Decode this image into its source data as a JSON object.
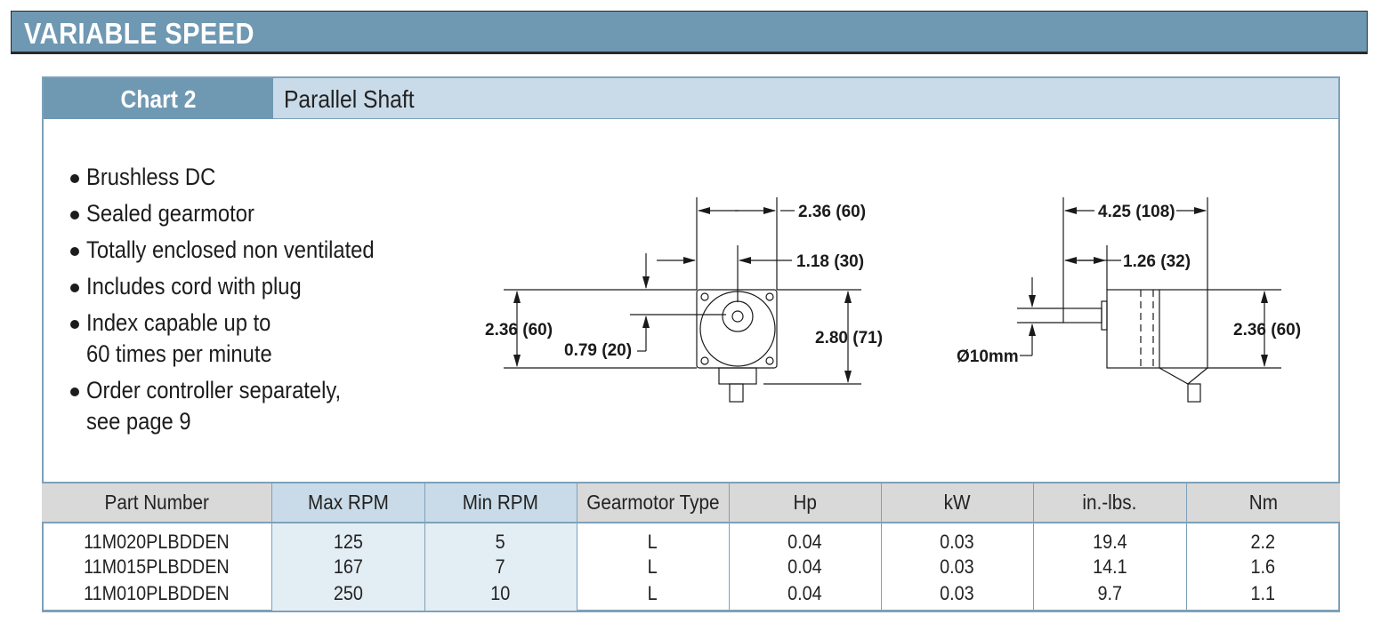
{
  "banner": {
    "title": "VARIABLE SPEED"
  },
  "chart_header": {
    "chart_label": "Chart 2",
    "title": "Parallel Shaft"
  },
  "features": [
    "Brushless DC",
    "Sealed gearmotor",
    "Totally enclosed non ventilated",
    "Includes cord with plug",
    "Index capable up to\n60 times per minute",
    "Order controller separately,\nsee page 9"
  ],
  "drawing": {
    "front": {
      "width_top": "2.36 (60)",
      "shaft_offset": "1.18 (30)",
      "height_left": "2.36 (60)",
      "shaft_height": "0.79 (20)",
      "height_right": "2.80 (71)"
    },
    "side": {
      "length_total": "4.25 (108)",
      "shaft_length": "1.26 (32)",
      "shaft_dia": "Ø10mm",
      "height": "2.36 (60)"
    }
  },
  "table": {
    "headers": [
      "Part Number",
      "Max RPM",
      "Min RPM",
      "Gearmotor Type",
      "Hp",
      "kW",
      "in.-lbs.",
      "Nm"
    ],
    "rows": [
      [
        "11M020PLBDDEN",
        "125",
        "5",
        "L",
        "0.04",
        "0.03",
        "19.4",
        "2.2"
      ],
      [
        "11M015PLBDDEN",
        "167",
        "7",
        "L",
        "0.04",
        "0.03",
        "14.1",
        "1.6"
      ],
      [
        "11M010PLBDDEN",
        "250",
        "10",
        "L",
        "0.04",
        "0.03",
        "9.7",
        "1.1"
      ]
    ]
  },
  "colors": {
    "banner": "#6f98b3",
    "header_light": "#c9dbe8",
    "border": "#7ea1b9"
  }
}
